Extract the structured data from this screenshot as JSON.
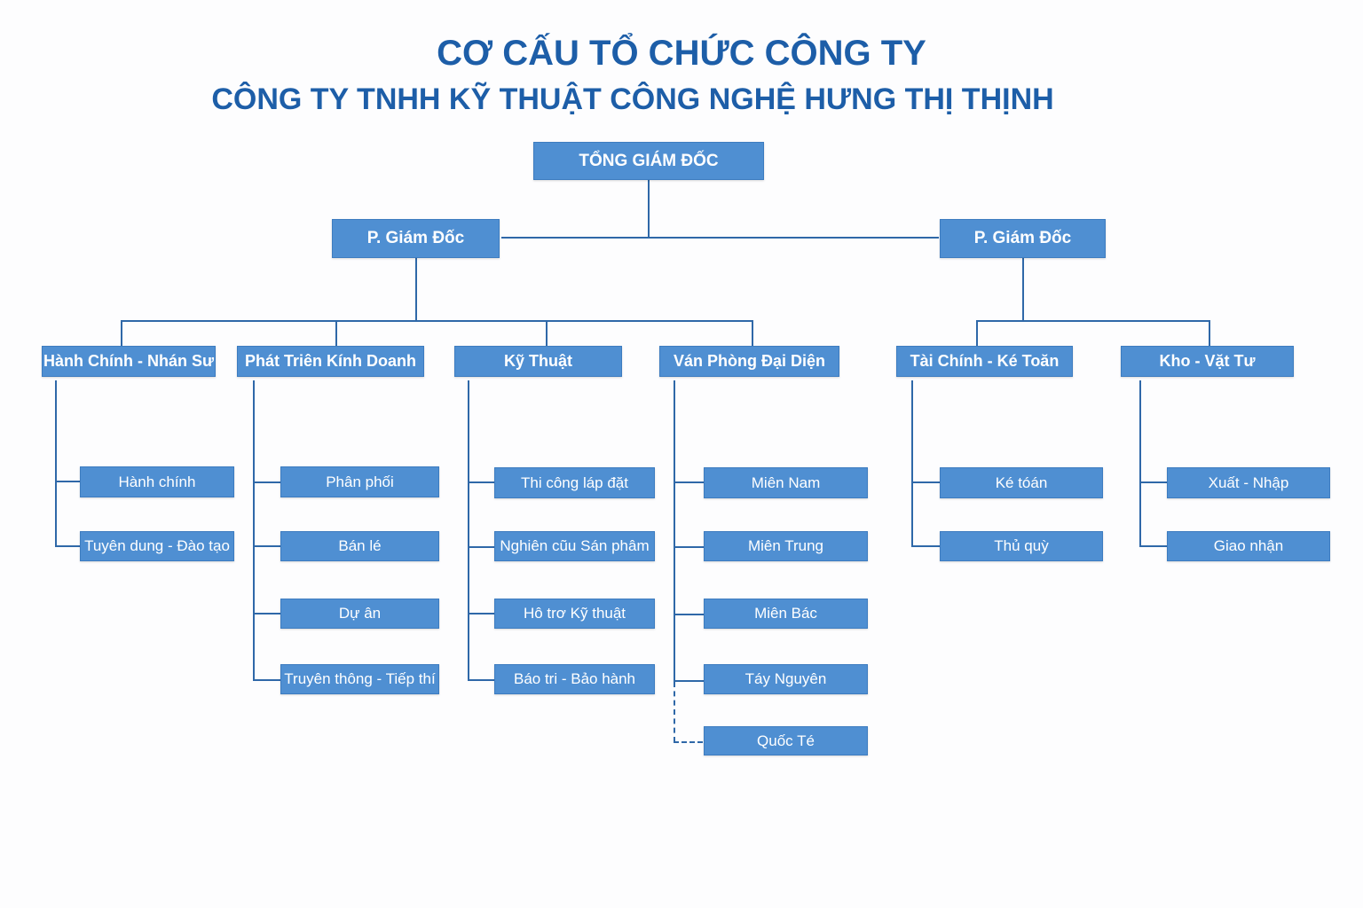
{
  "title": "CƠ CẤU TỔ CHỨC CÔNG TY",
  "subtitle": "CÔNG TY TNHH KỸ THUẬT CÔNG NGHỆ HƯNG THỊ THỊNH",
  "colors": {
    "title": "#1d5ea8",
    "box": "#4f8fd2",
    "line": "#2f68a8"
  },
  "ceo": "TỔNG GIÁM ĐỐC",
  "deputies": [
    "P. Giám Đốc",
    "P. Giám Đốc"
  ],
  "departments": [
    {
      "name": "Hành Chính - Nhán Sư",
      "units": [
        "Hành chính",
        "Tuyên dung - Đào tạo"
      ]
    },
    {
      "name": "Phát Triên Kính Doanh",
      "units": [
        "Phân phối",
        "Bán lé",
        "Dự ân",
        "Truyên thông - Tiếp thí"
      ]
    },
    {
      "name": "Kỹ Thuật",
      "units": [
        "Thi công láp đặt",
        "Nghiên cũu Sán phâm",
        "Hô trơ Kỹ thuật",
        "Báo tri - Bảo hành"
      ]
    },
    {
      "name": "Ván Phòng Đại Diện",
      "units": [
        "Miên Nam",
        "Miên Trung",
        "Miên Bác",
        "Táy Nguyên",
        "Quốc Té"
      ]
    },
    {
      "name": "Tài Chính - Ké Toăn",
      "units": [
        "Ké tóán",
        "Thủ quỳ"
      ]
    },
    {
      "name": "Kho - Vặt Tư",
      "units": [
        "Xuất - Nhập",
        "Giao nhận"
      ]
    }
  ]
}
